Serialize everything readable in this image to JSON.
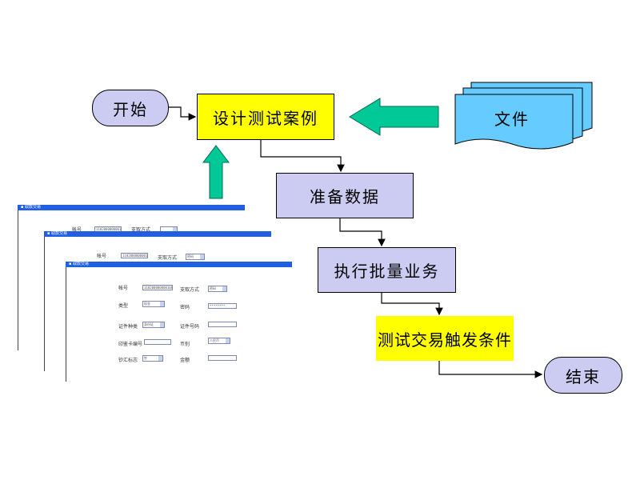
{
  "nodes": {
    "start": "开始",
    "design": "设计测试案例",
    "file": "文件",
    "prepare": "准备数据",
    "execute": "执行批量业务",
    "trigger": "测试交易触发条件",
    "end": "结束"
  },
  "colors": {
    "process_fill": "#ccccf2",
    "highlight_fill": "#ffff00",
    "document_fill": "#66ccff",
    "arrow_fill": "#00c896",
    "window_titlebar": "#1f5fe0"
  },
  "windows": [
    {
      "title": "取款交易",
      "fields": {
        "account_label": "帐号",
        "account_value": "1102000000001000",
        "method_label": "支取方式"
      }
    },
    {
      "title": "取款交易",
      "fields": {
        "account_label": "帐号",
        "account_value": "1102000000001000",
        "method_label": "支取方式",
        "method_value": "密码"
      }
    },
    {
      "title": "取款交易",
      "fields": {
        "account_label": "帐号",
        "account_value": "1102000000001000",
        "method_label": "支取方式",
        "method_value": "密码",
        "type_label": "类型",
        "type_value": "现金",
        "password_label": "密码",
        "password_value": "********",
        "idtype_label": "证件种类",
        "idtype_value": "身份证",
        "idno_label": "证件号码",
        "idno_value": "",
        "card_label": "印鉴卡编号",
        "card_value": "",
        "currency_label": "币别",
        "currency_value": "人民币",
        "cashflag_label": "钞汇标志",
        "cashflag_value": "钞",
        "amount_label": "金额",
        "amount_value": ""
      }
    }
  ]
}
